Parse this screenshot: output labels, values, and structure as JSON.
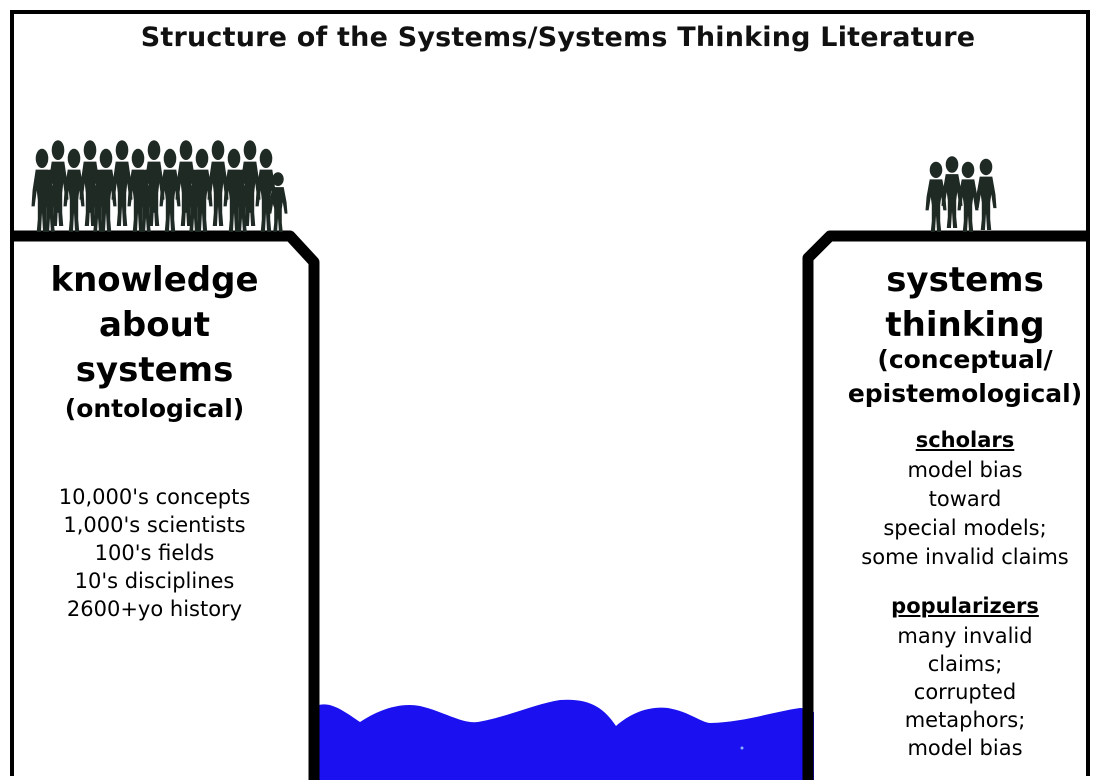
{
  "title": "Structure of the Systems/Systems Thinking Literature",
  "left_cliff": {
    "heading_lines": [
      "knowledge",
      "about",
      "systems"
    ],
    "subheading": "(ontological)",
    "items": [
      "10,000's concepts",
      "1,000's scientists",
      "100's fields",
      "10's disciplines",
      "2600+yo history"
    ]
  },
  "right_cliff": {
    "heading_lines": [
      "systems",
      "thinking"
    ],
    "subheading_lines": [
      "(conceptual/",
      "epistemological)"
    ],
    "scholars": {
      "title": "scholars",
      "lines": [
        "model bias",
        "toward",
        "special models;",
        "some invalid claims"
      ]
    },
    "popularizers": {
      "title": "popularizers",
      "lines": [
        "many invalid",
        "claims;",
        "corrupted",
        "metaphors;",
        "model bias"
      ]
    }
  },
  "colors": {
    "water": "#1a10f0",
    "cliff_outline": "#000000",
    "crowd": "#1f2a24"
  },
  "icons": {
    "left_crowd": "crowd-of-people-icon",
    "right_crowd": "small-group-of-people-icon",
    "water": "water-waves"
  }
}
